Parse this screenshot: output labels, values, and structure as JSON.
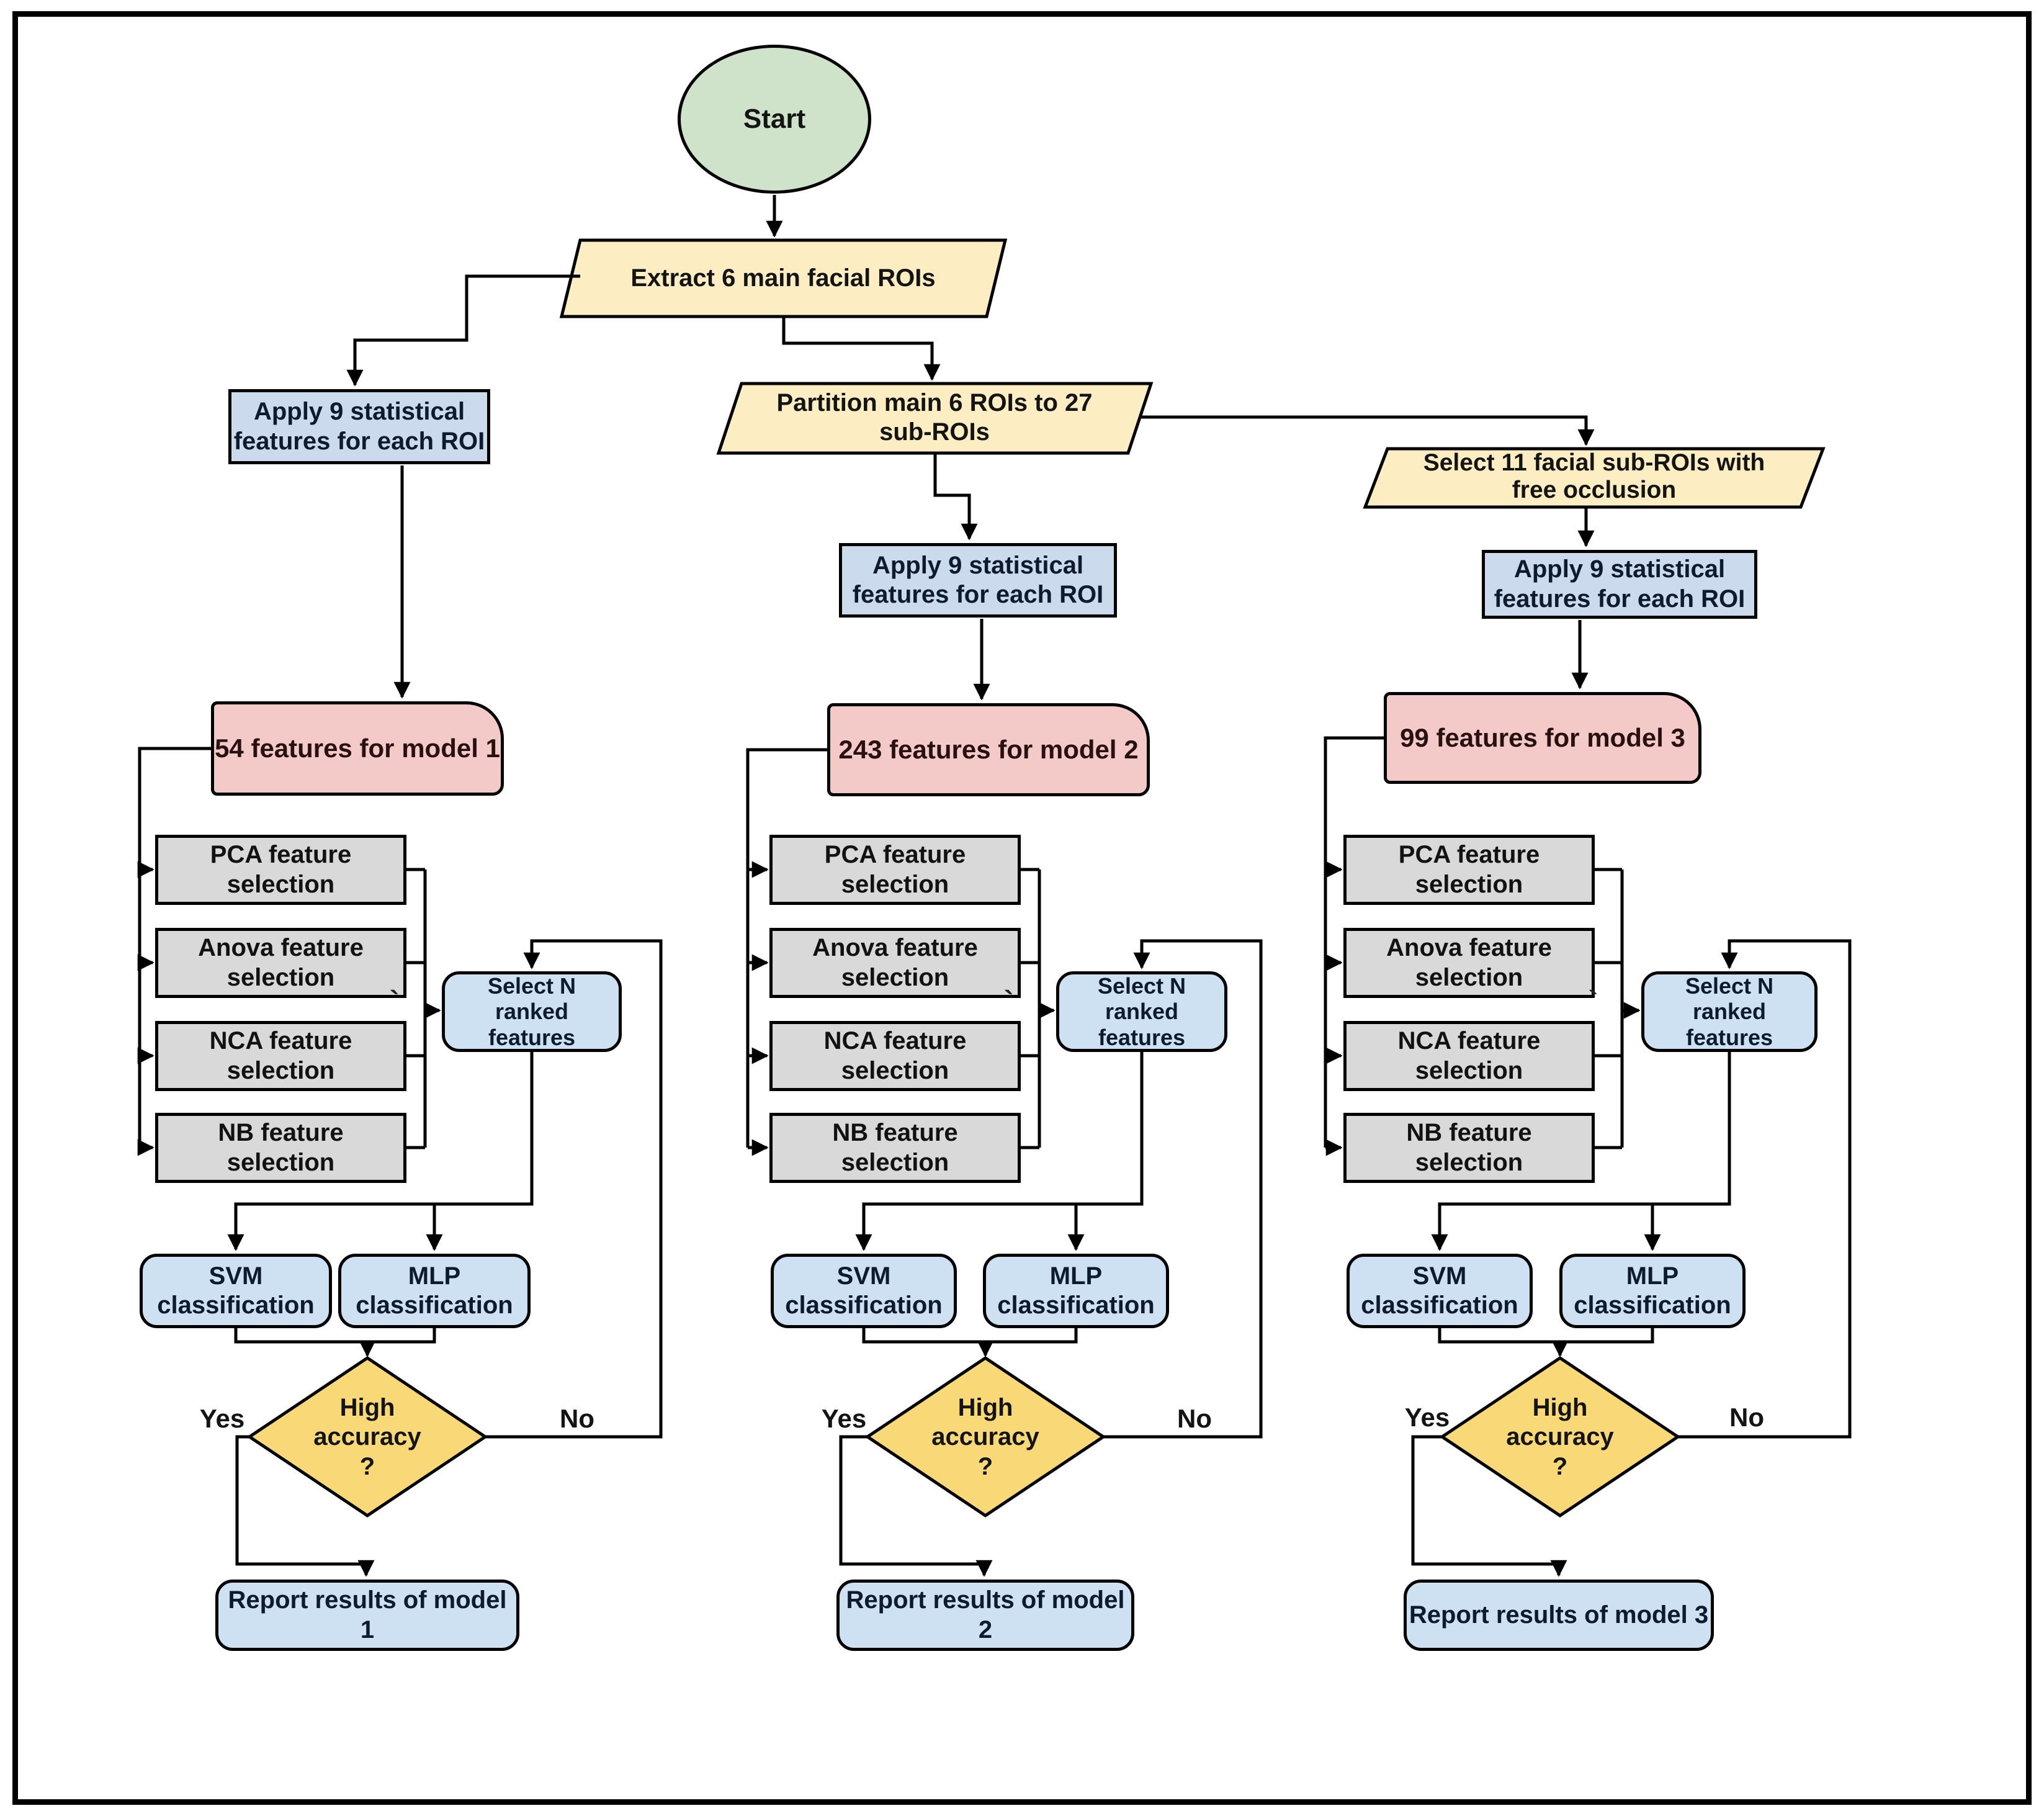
{
  "colors": {
    "background": "#ffffff",
    "frame_border": "#000000",
    "line": "#000000",
    "start_fill": "#cee3c9",
    "io_fill": "#fceec2",
    "process_fill": "#ccdaee",
    "features_fill": "#f3cac8",
    "selector_fill": "#d9d9d9",
    "rounded_fill": "#cde1f3",
    "decision_fill": "#f9d877"
  },
  "start": {
    "label": "Start"
  },
  "io": {
    "extract": "Extract 6 main facial ROIs",
    "partition": "Partition main 6 ROIs to 27 sub-ROIs",
    "select_sub": "Select 11 facial sub-ROIs with free occlusion"
  },
  "tick_mark": "`",
  "branches": [
    {
      "apply": "Apply 9 statistical features for each ROI",
      "features": "54 features for model 1",
      "selectors": [
        "PCA feature selection",
        "Anova feature selection",
        "NCA feature selection",
        "NB feature selection"
      ],
      "select_n": "Select N ranked features",
      "svm": "SVM classification",
      "mlp": "MLP classification",
      "decision": "High accuracy ?",
      "yes": "Yes",
      "no": "No",
      "report": "Report results of model 1"
    },
    {
      "apply": "Apply 9 statistical features for each ROI",
      "features": "243 features for model 2",
      "selectors": [
        "PCA feature selection",
        "Anova feature selection",
        "NCA feature selection",
        "NB feature selection"
      ],
      "select_n": "Select N ranked features",
      "svm": "SVM classification",
      "mlp": "MLP classification",
      "decision": "High accuracy ?",
      "yes": "Yes",
      "no": "No",
      "report": "Report results of model 2"
    },
    {
      "apply": "Apply 9 statistical features for each ROI",
      "features": "99 features for model 3",
      "selectors": [
        "PCA feature selection",
        "Anova feature selection",
        "NCA feature selection",
        "NB feature selection"
      ],
      "select_n": "Select N ranked features",
      "svm": "SVM classification",
      "mlp": "MLP classification",
      "decision": "High accuracy ?",
      "yes": "Yes",
      "no": "No",
      "report": "Report results of model 3"
    }
  ]
}
